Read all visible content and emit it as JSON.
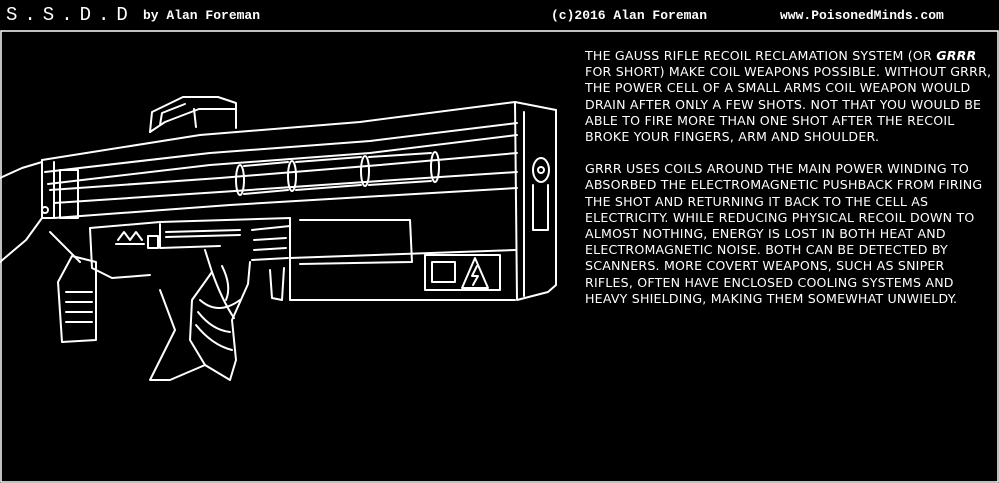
{
  "header": {
    "series_title": "S.S.D.D",
    "byline": "by Alan Foreman",
    "copyright": "(c)2016  Alan Foreman",
    "site": "www.PoisonedMinds.com"
  },
  "illustration": {
    "subject": "gauss-rifle",
    "receiver_marking": "AA"
  },
  "caption": {
    "p1_a": "The Gauss Rifle Recoil Reclamation System (or ",
    "p1_em": "GRRR",
    "p1_b": " for short) make coil weapons possible. Without GRRR, the power cell of a small arms coil weapon would drain after only a few shots. Not that you would be able to fire more than one shot after the recoil broke your fingers, arm and shoulder.",
    "p2": "GRRR uses coils around the main power winding to absorbed the electromagnetic pushback from firing the shot and returning it back to the cell as electricity. While reducing physical recoil down to almost nothing, energy is lost in both heat and electromagnetic noise. Both can be detected by scanners. More covert weapons, such as sniper rifles, often have enclosed cooling systems and heavy shielding, making them somewhat unwieldy."
  },
  "colors": {
    "background": "#000000",
    "ink": "#ffffff"
  }
}
